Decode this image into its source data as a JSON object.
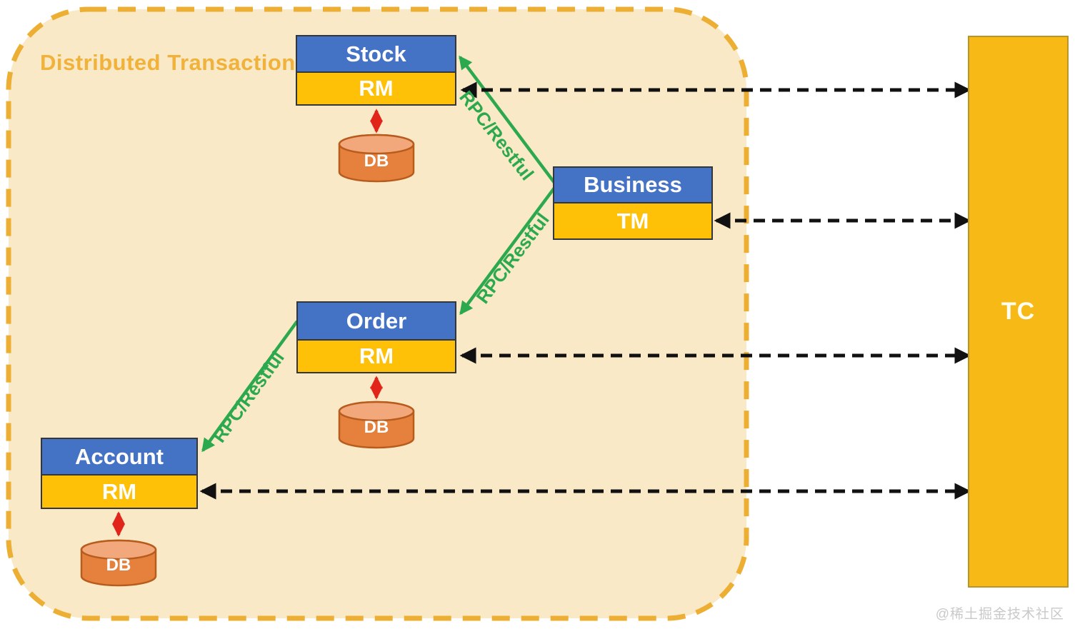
{
  "diagram": {
    "title": "Distributed Transaction",
    "watermark": "@稀土掘金技术社区",
    "coordinator": {
      "label": "TC"
    },
    "services": [
      {
        "id": "stock",
        "name": "Stock",
        "role": "RM",
        "db": "DB"
      },
      {
        "id": "business",
        "name": "Business",
        "role": "TM"
      },
      {
        "id": "order",
        "name": "Order",
        "role": "RM",
        "db": "DB"
      },
      {
        "id": "account",
        "name": "Account",
        "role": "RM",
        "db": "DB"
      }
    ],
    "connections": {
      "rpc": [
        {
          "from": "Business",
          "to": "Stock",
          "label": "RPC/Restful"
        },
        {
          "from": "Business",
          "to": "Order",
          "label": "RPC/Restful"
        },
        {
          "from": "Order",
          "to": "Account",
          "label": "RPC/Restful"
        }
      ],
      "tc_links": [
        "Stock.RM ↔ TC",
        "Business.TM ↔ TC",
        "Order.RM ↔ TC",
        "Account.RM ↔ TC"
      ],
      "db_links": [
        "Stock.RM ↔ DB",
        "Order.RM ↔ DB",
        "Account.RM ↔ DB"
      ]
    },
    "colors": {
      "header_blue": "#4472C4",
      "role_yellow": "#FFC008",
      "tc_fill": "#F7B916",
      "boundary_fill": "#FAE9C6",
      "boundary_stroke": "#EDAF33",
      "rpc_green": "#2CA94F",
      "db_arrow_red": "#E1251B",
      "tc_arrow_black": "#111111",
      "db_body_orange": "#E5813C",
      "db_top_orange": "#F2A87A",
      "title_gold": "#F0B23A"
    }
  }
}
